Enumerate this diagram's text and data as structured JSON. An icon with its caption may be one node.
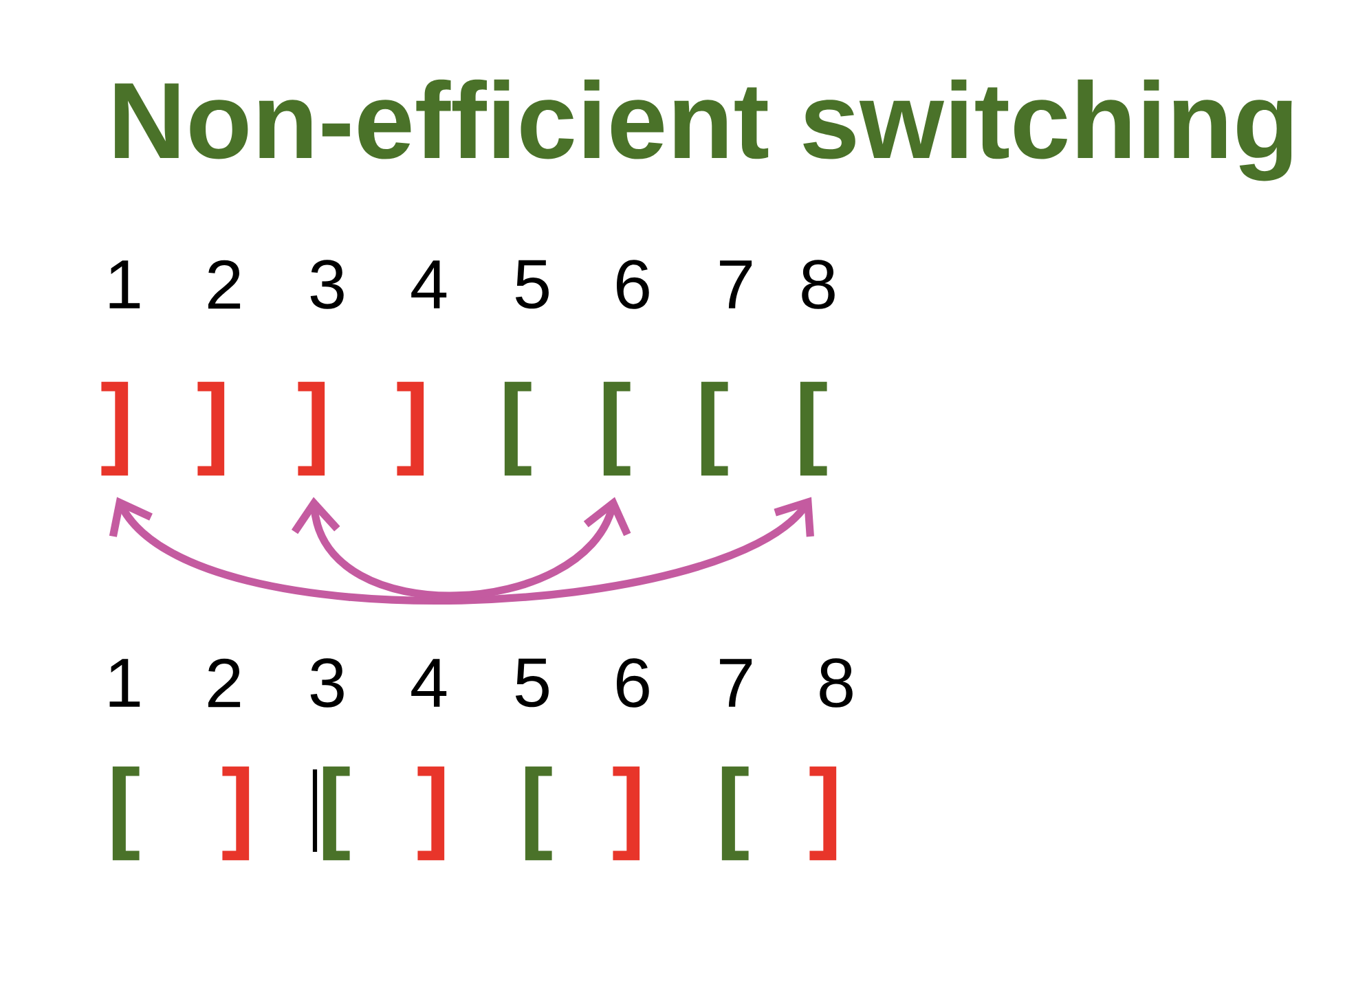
{
  "diagram": {
    "title": "Non-efficient switching",
    "nodes": [
      {
        "text": [
          "]"
        ]
      },
      {
        "text": [
          "]"
        ]
      },
      {
        "text": [
          "]"
        ]
      },
      {
        "text": [
          "]"
        ]
      },
      {
        "text": [
          "["
        ]
      },
      {
        "text": [
          "["
        ]
      },
      {
        "text": [
          "["
        ]
      },
      {
        "text": [
          "["
        ]
      }
    ],
    "edges": [
      {
        "from": 0,
        "to": 7,
        "arrow": "both"
      },
      {
        "from": 2,
        "to": 5,
        "arrow": "both"
      }
    ],
    "labels": [
      "1",
      "2",
      "3",
      "4",
      "5",
      "6",
      "7",
      "8",
      "1",
      "2",
      "3",
      "4",
      "5",
      "6",
      "7",
      "8",
      "[",
      "]",
      "[",
      "]",
      "[",
      "]",
      "[",
      "]"
    ]
  }
}
